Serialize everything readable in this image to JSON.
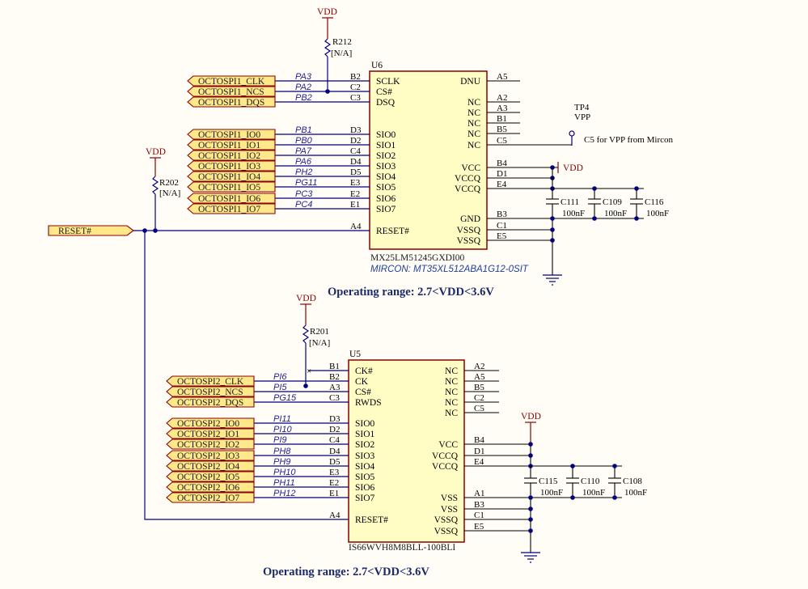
{
  "u6": {
    "ref": "U6",
    "part": "MX25LM51245GXDI00",
    "alt": "MIRCON: MT35XL512ABA1G12-0SIT",
    "left": [
      {
        "name": "SCLK",
        "num": "B2",
        "net": "PA3",
        "port": "OCTOSPI1_CLK"
      },
      {
        "name": "CS#",
        "num": "C2",
        "net": "PA2",
        "port": "OCTOSPI1_NCS"
      },
      {
        "name": "DSQ",
        "num": "C3",
        "net": "PB2",
        "port": "OCTOSPI1_DQS"
      },
      {
        "name": "SIO0",
        "num": "D3",
        "net": "PB1",
        "port": "OCTOSPI1_IO0"
      },
      {
        "name": "SIO1",
        "num": "D2",
        "net": "PB0",
        "port": "OCTOSPI1_IO1"
      },
      {
        "name": "SIO2",
        "num": "C4",
        "net": "PA7",
        "port": "OCTOSPI1_IO2"
      },
      {
        "name": "SIO3",
        "num": "D4",
        "net": "PA6",
        "port": "OCTOSPI1_IO3"
      },
      {
        "name": "SIO4",
        "num": "D5",
        "net": "PH2",
        "port": "OCTOSPI1_IO4"
      },
      {
        "name": "SIO5",
        "num": "E3",
        "net": "PG11",
        "port": "OCTOSPI1_IO5"
      },
      {
        "name": "SIO6",
        "num": "E2",
        "net": "PC3",
        "port": "OCTOSPI1_IO6"
      },
      {
        "name": "SIO7",
        "num": "E1",
        "net": "PC4",
        "port": "OCTOSPI1_IO7"
      },
      {
        "name": "RESET#",
        "num": "A4",
        "net": "",
        "port": ""
      }
    ],
    "right": [
      {
        "name": "DNU",
        "num": "A5"
      },
      {
        "name": "NC",
        "num": "A2"
      },
      {
        "name": "NC",
        "num": "A3"
      },
      {
        "name": "NC",
        "num": "B1"
      },
      {
        "name": "NC",
        "num": "B5"
      },
      {
        "name": "NC",
        "num": "C5"
      },
      {
        "name": "VCC",
        "num": "B4"
      },
      {
        "name": "VCCQ",
        "num": "D1"
      },
      {
        "name": "VCCQ",
        "num": "E4"
      },
      {
        "name": "GND",
        "num": "B3"
      },
      {
        "name": "VSSQ",
        "num": "C1"
      },
      {
        "name": "VSSQ",
        "num": "E5"
      }
    ],
    "tp": {
      "ref": "TP4",
      "value": "VPP",
      "note": "C5 for VPP from Mircon"
    },
    "caps": [
      {
        "ref": "C111",
        "value": "100nF"
      },
      {
        "ref": "C109",
        "value": "100nF"
      },
      {
        "ref": "C116",
        "value": "100nF"
      }
    ],
    "vdd_label": "VDD",
    "note": "Operating range: 2.7<VDD<3.6V"
  },
  "u5": {
    "ref": "U5",
    "part": "IS66WVH8M8BLL-100BLI",
    "left": [
      {
        "name": "CK#",
        "num": "B1",
        "net": "",
        "port": ""
      },
      {
        "name": "CK",
        "num": "B2",
        "net": "PI6",
        "port": "OCTOSPI2_CLK"
      },
      {
        "name": "CS#",
        "num": "A3",
        "net": "PI5",
        "port": "OCTOSPI2_NCS"
      },
      {
        "name": "RWDS",
        "num": "C3",
        "net": "PG15",
        "port": "OCTOSPI2_DQS"
      },
      {
        "name": "SIO0",
        "num": "D3",
        "net": "PI11",
        "port": "OCTOSPI2_IO0"
      },
      {
        "name": "SIO1",
        "num": "D2",
        "net": "PI10",
        "port": "OCTOSPI2_IO1"
      },
      {
        "name": "SIO2",
        "num": "C4",
        "net": "PI9",
        "port": "OCTOSPI2_IO2"
      },
      {
        "name": "SIO3",
        "num": "D4",
        "net": "PH8",
        "port": "OCTOSPI2_IO3"
      },
      {
        "name": "SIO4",
        "num": "D5",
        "net": "PH9",
        "port": "OCTOSPI2_IO4"
      },
      {
        "name": "SIO5",
        "num": "E3",
        "net": "PH10",
        "port": "OCTOSPI2_IO5"
      },
      {
        "name": "SIO6",
        "num": "E2",
        "net": "PH11",
        "port": "OCTOSPI2_IO6"
      },
      {
        "name": "SIO7",
        "num": "E1",
        "net": "PH12",
        "port": "OCTOSPI2_IO7"
      },
      {
        "name": "RESET#",
        "num": "A4",
        "net": "",
        "port": ""
      }
    ],
    "right": [
      {
        "name": "NC",
        "num": "A2"
      },
      {
        "name": "NC",
        "num": "A5"
      },
      {
        "name": "NC",
        "num": "B5"
      },
      {
        "name": "NC",
        "num": "C2"
      },
      {
        "name": "NC",
        "num": "C5"
      },
      {
        "name": "VCC",
        "num": "B4"
      },
      {
        "name": "VCCQ",
        "num": "D1"
      },
      {
        "name": "VCCQ",
        "num": "E4"
      },
      {
        "name": "VSS",
        "num": "A1"
      },
      {
        "name": "VSS",
        "num": "B3"
      },
      {
        "name": "VSSQ",
        "num": "C1"
      },
      {
        "name": "VSSQ",
        "num": "E5"
      }
    ],
    "caps": [
      {
        "ref": "C115",
        "value": "100nF"
      },
      {
        "ref": "C110",
        "value": "100nF"
      },
      {
        "ref": "C108",
        "value": "100nF"
      }
    ],
    "vdd_label": "VDD",
    "note": "Operating range: 2.7<VDD<3.6V"
  },
  "resistors": [
    {
      "ref": "R212",
      "value": "[N/A]",
      "pwr": "VDD"
    },
    {
      "ref": "R202",
      "value": "[N/A]",
      "pwr": "VDD"
    },
    {
      "ref": "R201",
      "value": "[N/A]",
      "pwr": "VDD"
    }
  ],
  "reset_port": "RESET#"
}
